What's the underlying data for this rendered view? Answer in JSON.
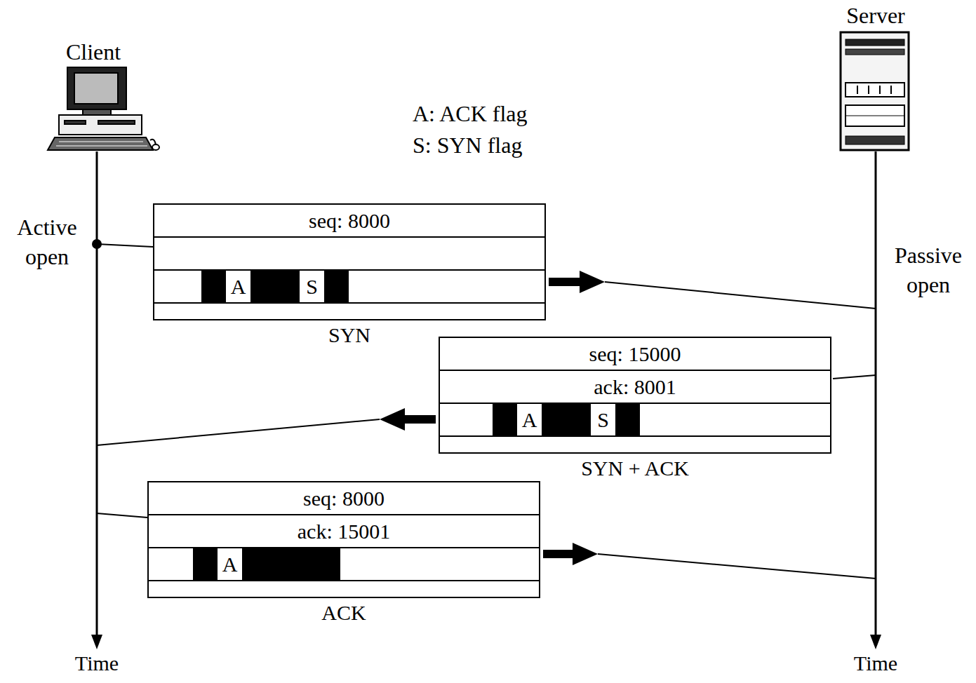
{
  "diagram": {
    "nodes": [
      {
        "text": [
          "Client"
        ]
      },
      {
        "text": [
          "Server"
        ]
      },
      {
        "text": [
          "seq: 8000",
          "A",
          "S",
          "SYN"
        ]
      },
      {
        "text": [
          "seq: 15000",
          "ack: 8001",
          "A",
          "S",
          "SYN + ACK"
        ]
      },
      {
        "text": [
          "seq: 8000",
          "ack: 15001",
          "A",
          "ACK"
        ]
      }
    ],
    "labels": [
      "A: ACK flag",
      "S: SYN flag",
      "Active open",
      "Passive open",
      "Time",
      "Time"
    ]
  }
}
